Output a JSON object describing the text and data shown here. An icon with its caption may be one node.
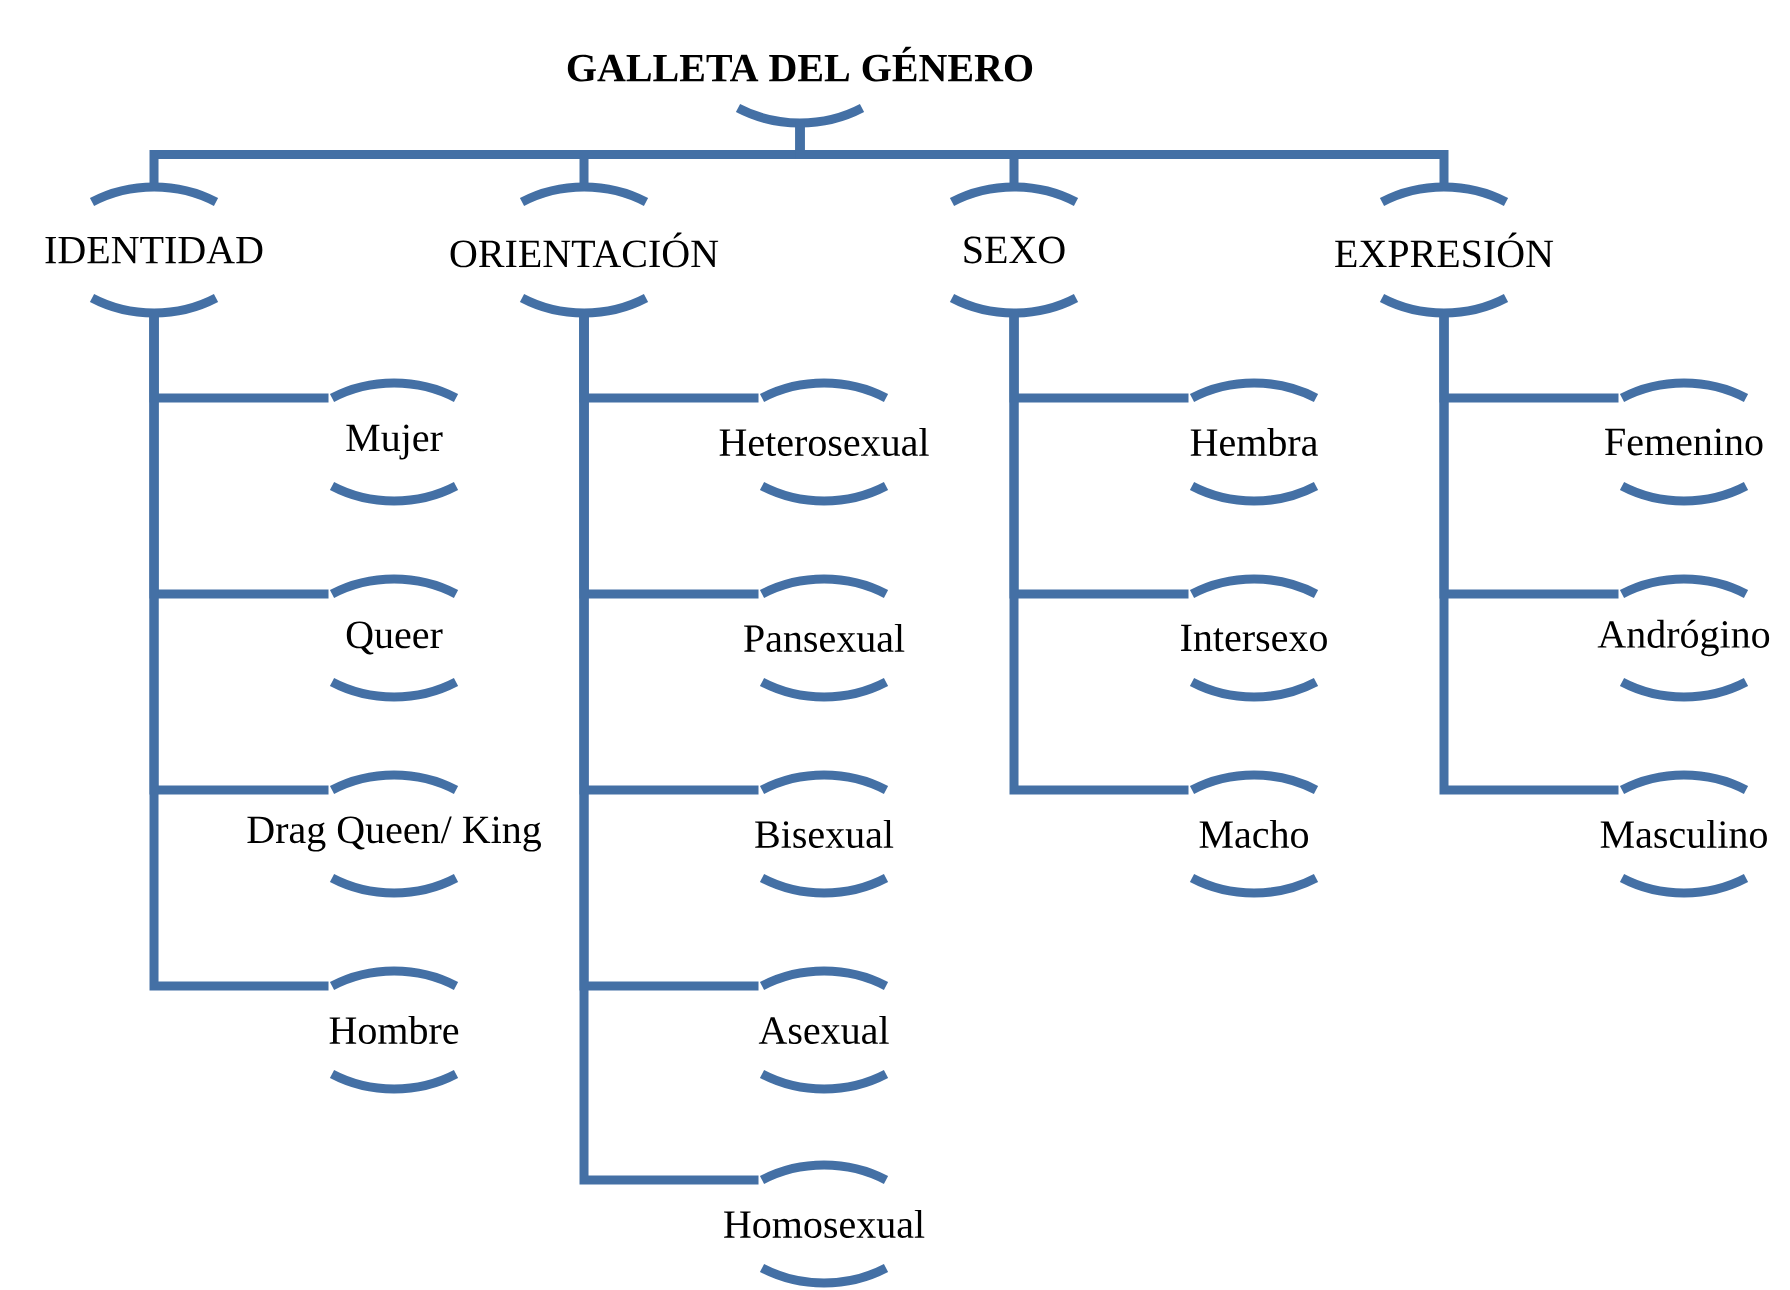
{
  "diagram": {
    "nodes": [
      {
        "text": [
          "GALLETA DEL GÉNERO"
        ]
      },
      {
        "text": [
          "IDENTIDAD"
        ]
      },
      {
        "text": [
          "Mujer"
        ]
      },
      {
        "text": [
          "Queer"
        ]
      },
      {
        "text": [
          "Drag Queen/ King"
        ]
      },
      {
        "text": [
          "Hombre"
        ]
      },
      {
        "text": [
          "ORIENTACIÓN"
        ]
      },
      {
        "text": [
          "Heterosexual"
        ]
      },
      {
        "text": [
          "Pansexual"
        ]
      },
      {
        "text": [
          "Bisexual"
        ]
      },
      {
        "text": [
          "Asexual"
        ]
      },
      {
        "text": [
          "Homosexual"
        ]
      },
      {
        "text": [
          "SEXO"
        ]
      },
      {
        "text": [
          "Hembra"
        ]
      },
      {
        "text": [
          "Intersexo"
        ]
      },
      {
        "text": [
          "Macho"
        ]
      },
      {
        "text": [
          "EXPRESIÓN"
        ]
      },
      {
        "text": [
          "Femenino"
        ]
      },
      {
        "text": [
          "Andrógino"
        ]
      },
      {
        "text": [
          "Masculino"
        ]
      }
    ],
    "edges": [
      {
        "from": 0,
        "to": 1,
        "arrow": "none"
      },
      {
        "from": 0,
        "to": 6,
        "arrow": "none"
      },
      {
        "from": 0,
        "to": 12,
        "arrow": "none"
      },
      {
        "from": 0,
        "to": 16,
        "arrow": "none"
      },
      {
        "from": 1,
        "to": 2,
        "arrow": "none"
      },
      {
        "from": 1,
        "to": 3,
        "arrow": "none"
      },
      {
        "from": 1,
        "to": 4,
        "arrow": "none"
      },
      {
        "from": 1,
        "to": 5,
        "arrow": "none"
      },
      {
        "from": 6,
        "to": 7,
        "arrow": "none"
      },
      {
        "from": 6,
        "to": 8,
        "arrow": "none"
      },
      {
        "from": 6,
        "to": 9,
        "arrow": "none"
      },
      {
        "from": 6,
        "to": 10,
        "arrow": "none"
      },
      {
        "from": 6,
        "to": 11,
        "arrow": "none"
      },
      {
        "from": 12,
        "to": 13,
        "arrow": "none"
      },
      {
        "from": 12,
        "to": 14,
        "arrow": "none"
      },
      {
        "from": 12,
        "to": 15,
        "arrow": "none"
      },
      {
        "from": 16,
        "to": 17,
        "arrow": "none"
      },
      {
        "from": 16,
        "to": 18,
        "arrow": "none"
      },
      {
        "from": 16,
        "to": 19,
        "arrow": "none"
      }
    ]
  }
}
